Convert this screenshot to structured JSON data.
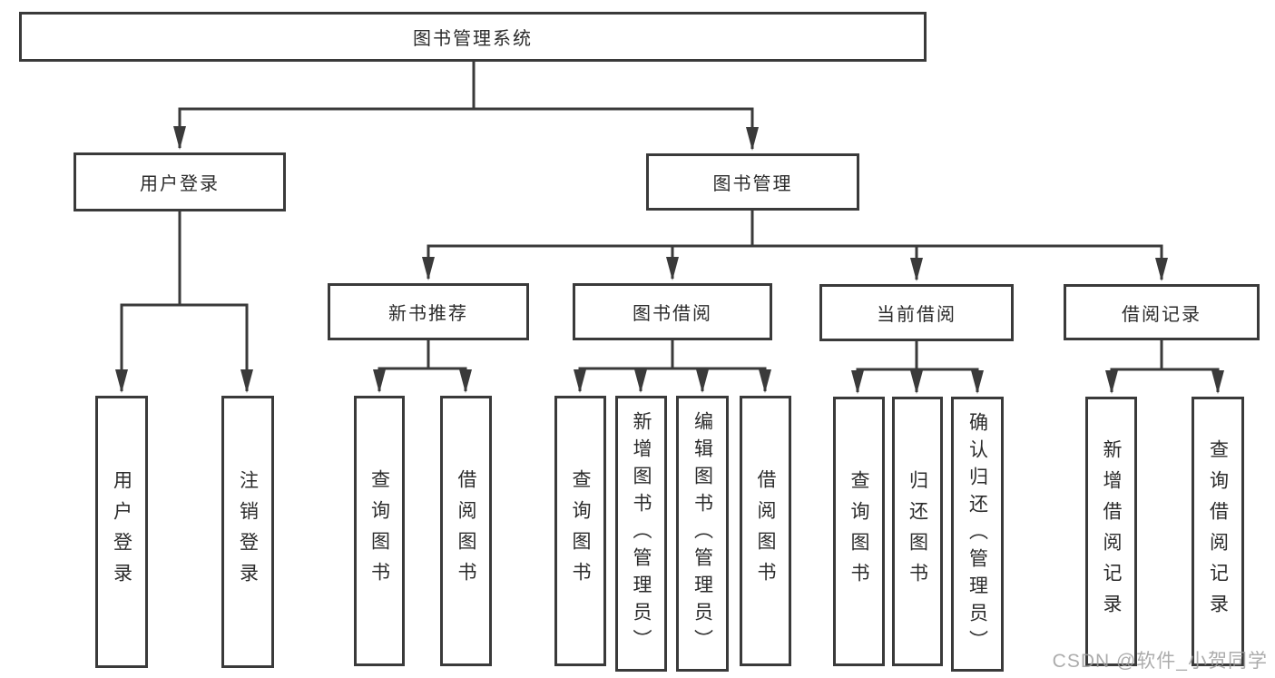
{
  "tree": {
    "root": "图书管理系统",
    "user_login": "用户登录",
    "book_mgmt": "图书管理",
    "new_books": "新书推荐",
    "book_borrow": "图书借阅",
    "current_borrow": "当前借阅",
    "borrow_records": "借阅记录",
    "leaf_user_login": "用户登录",
    "leaf_logout": "注销登录",
    "leaf_nb_search": "查询图书",
    "leaf_nb_borrow": "借阅图书",
    "leaf_bb_search": "查询图书",
    "leaf_bb_add": "新增图书（管理员）",
    "leaf_bb_edit": "编辑图书（管理员）",
    "leaf_bb_borrow": "借阅图书",
    "leaf_cb_search": "查询图书",
    "leaf_cb_return": "归还图书",
    "leaf_cb_confirm": "确认归还（管理员）",
    "leaf_rec_add": "新增借阅记录",
    "leaf_rec_search": "查询借阅记录"
  },
  "watermark": "CSDN @软件_小贺同学",
  "colors": {
    "line": "#3a3a3a",
    "text": "#2b2b2b",
    "background": "#ffffff",
    "watermark": "#9e9e9e"
  }
}
